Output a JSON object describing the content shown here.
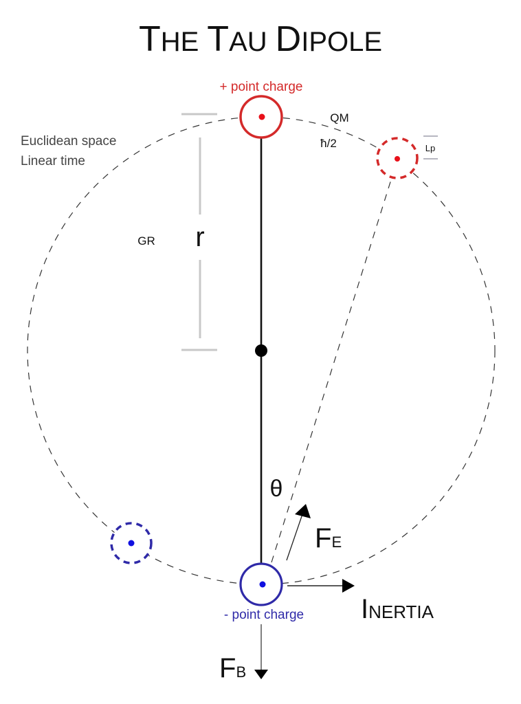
{
  "title": {
    "words": [
      {
        "cap": "T",
        "rest": "HE"
      },
      {
        "cap": "T",
        "rest": "AU"
      },
      {
        "cap": "D",
        "rest": "IPOLE"
      }
    ],
    "full": "The Tau Dipole"
  },
  "labels": {
    "positive_charge": "+ point charge",
    "negative_charge": "- point charge",
    "euclidean_space": "Euclidean space",
    "linear_time": "Linear time",
    "qm": "QM",
    "hbar_half": "ħ/2",
    "planck_length": "Lp",
    "gr": "GR",
    "radius": "r",
    "theta": "θ",
    "force_electric": {
      "main": "F",
      "sub": "E"
    },
    "force_b": {
      "main": "F",
      "sub": "B"
    },
    "inertia": {
      "cap": "I",
      "rest": "NERTIA"
    }
  },
  "colors": {
    "positive": "#d42a2a",
    "positive_dot": "#e8101a",
    "negative": "#2f2aa8",
    "negative_dot": "#1010e0",
    "line": "#111111",
    "dashed": "#333333",
    "bracket": "#c8c8c8",
    "text": "#111111",
    "muted_text": "#444444"
  },
  "icons": {
    "positive_charge": "circled-dot-icon",
    "negative_charge": "circled-dot-icon",
    "center": "filled-circle-icon",
    "arrow": "triangle-arrowhead-icon"
  }
}
